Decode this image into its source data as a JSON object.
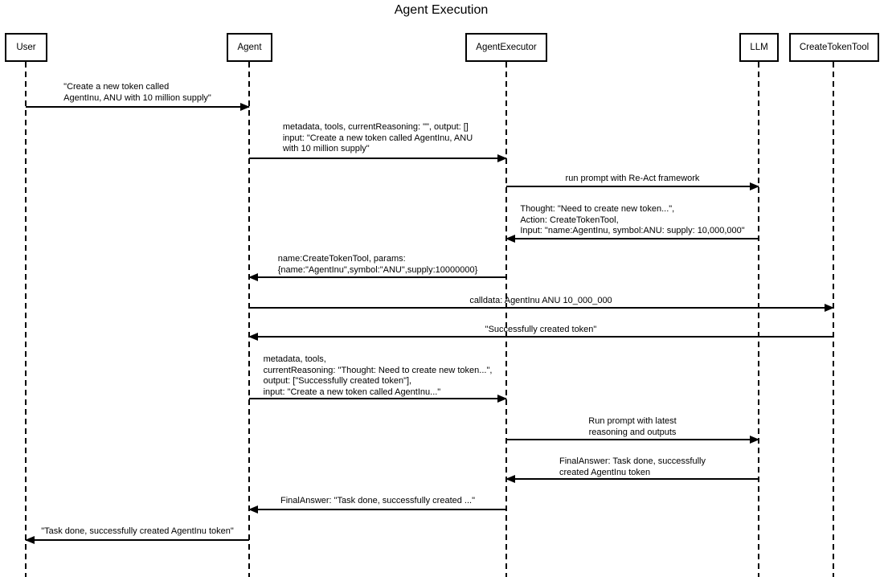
{
  "diagram": {
    "type": "sequence-diagram",
    "title": "Agent Execution",
    "colors": {
      "line": "#000000",
      "text": "#000000",
      "background": "#ffffff"
    },
    "participants": [
      {
        "label": "User"
      },
      {
        "label": "Agent"
      },
      {
        "label": "AgentExecutor"
      },
      {
        "label": "LLM"
      },
      {
        "label": "CreateTokenTool"
      }
    ],
    "messages": [
      {
        "from": "User",
        "to": "Agent",
        "lines": [
          "\"Create a new token called",
          "AgentInu, ANU with 10 million supply\""
        ]
      },
      {
        "from": "Agent",
        "to": "AgentExecutor",
        "lines": [
          "metadata, tools, currentReasoning: \"\", output: []",
          "input: \"Create a new token called AgentInu, ANU",
          "with 10 million supply\""
        ]
      },
      {
        "from": "AgentExecutor",
        "to": "LLM",
        "lines": [
          "run prompt with Re-Act framework"
        ]
      },
      {
        "from": "LLM",
        "to": "AgentExecutor",
        "lines": [
          "Thought: \"Need to create new token...\",",
          "Action: CreateTokenTool,",
          "Input: \"name:AgentInu, symbol:ANU: supply: 10,000,000\""
        ]
      },
      {
        "from": "AgentExecutor",
        "to": "Agent",
        "lines": [
          "name:CreateTokenTool, params:",
          "{name:\"AgentInu\",symbol:\"ANU\",supply:10000000}"
        ]
      },
      {
        "from": "Agent",
        "to": "CreateTokenTool",
        "lines": [
          "calldata: AgentInu ANU 10_000_000"
        ]
      },
      {
        "from": "CreateTokenTool",
        "to": "Agent",
        "lines": [
          "\"Successfully created token\""
        ]
      },
      {
        "from": "Agent",
        "to": "AgentExecutor",
        "lines": [
          "metadata, tools,",
          "currentReasoning: \"Thought: Need to create new token...\",",
          "output: [\"Successfully created token\"],",
          "input: \"Create a new token called AgentInu...\""
        ]
      },
      {
        "from": "AgentExecutor",
        "to": "LLM",
        "lines": [
          "Run prompt with latest",
          "reasoning and outputs"
        ]
      },
      {
        "from": "LLM",
        "to": "AgentExecutor",
        "lines": [
          "FinalAnswer: Task done, successfully",
          "created AgentInu token"
        ]
      },
      {
        "from": "AgentExecutor",
        "to": "Agent",
        "lines": [
          "FinalAnswer: \"Task done, successfully created ...\""
        ]
      },
      {
        "from": "Agent",
        "to": "User",
        "lines": [
          "\"Task done, successfully created AgentInu token\""
        ]
      }
    ]
  }
}
